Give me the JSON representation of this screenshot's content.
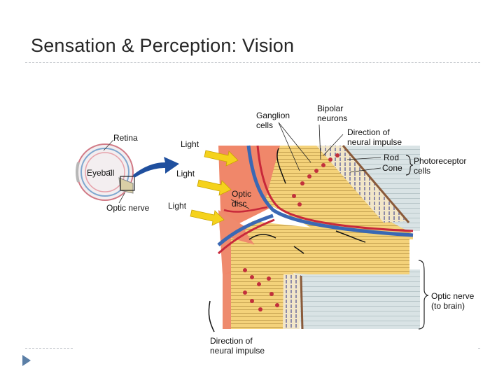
{
  "slide": {
    "title": "Sensation & Perception: Vision"
  },
  "diagram": {
    "labels": {
      "retina": "Retina",
      "eyeball": "Eyeball",
      "optic_nerve_small": "Optic nerve",
      "light_1": "Light",
      "light_2": "Light",
      "light_3": "Light",
      "ganglion_1": "Ganglion",
      "ganglion_2": "cells",
      "bipolar_1": "Bipolar",
      "bipolar_2": "neurons",
      "direction_top_1": "Direction of",
      "direction_top_2": "neural impulse",
      "rod": "Rod",
      "cone": "Cone",
      "photoreceptor_1": "Photoreceptor",
      "photoreceptor_2": "cells",
      "optic_disc_1": "Optic",
      "optic_disc_2": "disc",
      "optic_nerve_1": "Optic nerve",
      "optic_nerve_2": "(to brain)",
      "direction_bottom_1": "Direction of",
      "direction_bottom_2": "neural impulse"
    },
    "colors": {
      "retina_tissue": "#f0876a",
      "nerve_fibers": "#f4d27a",
      "sheath": "#d7e2e4",
      "vessel_red": "#c8283a",
      "vessel_blue": "#3a68b4",
      "light_arrow": "#f5d21c",
      "pointer_arrow": "#1f4f9e"
    }
  }
}
